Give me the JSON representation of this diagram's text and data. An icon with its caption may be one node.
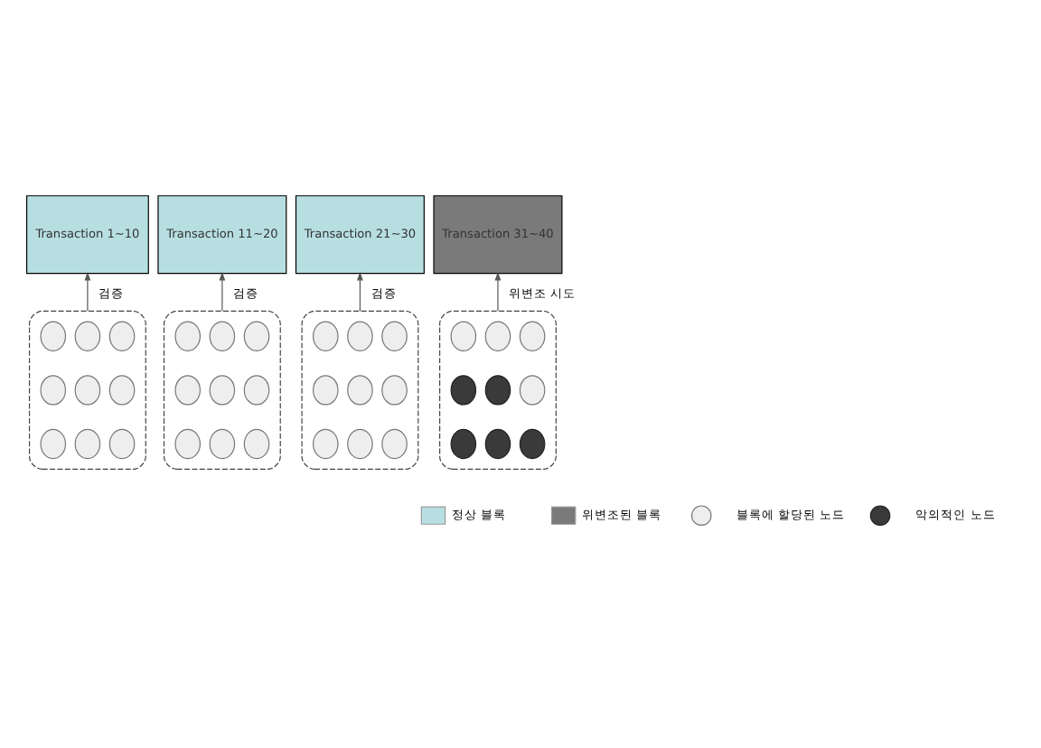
{
  "diagram": {
    "nodes": [
      {
        "text": [
          "Transaction 1~10"
        ]
      },
      {
        "text": [
          "Transaction 11~20"
        ]
      },
      {
        "text": [
          "Transaction 21~30"
        ]
      },
      {
        "text": [
          "Transaction 31~40"
        ]
      },
      {
        "text": [],
        "shape": "box"
      },
      {
        "text": [],
        "shape": "circle",
        "in": 4
      },
      {
        "text": [],
        "shape": "circle",
        "in": 4
      },
      {
        "text": [],
        "shape": "circle",
        "in": 4
      },
      {
        "text": [],
        "shape": "circle",
        "in": 4
      },
      {
        "text": [],
        "shape": "circle",
        "in": 4
      },
      {
        "text": [],
        "shape": "circle",
        "in": 4
      },
      {
        "text": [],
        "shape": "circle",
        "in": 4
      },
      {
        "text": [],
        "shape": "circle",
        "in": 4
      },
      {
        "text": [],
        "shape": "circle",
        "in": 4
      },
      {
        "text": [],
        "shape": "box"
      },
      {
        "text": [],
        "shape": "circle",
        "in": 14
      },
      {
        "text": [],
        "shape": "circle",
        "in": 14
      },
      {
        "text": [],
        "shape": "circle",
        "in": 14
      },
      {
        "text": [],
        "shape": "circle",
        "in": 14
      },
      {
        "text": [],
        "shape": "circle",
        "in": 14
      },
      {
        "text": [],
        "shape": "circle",
        "in": 14
      },
      {
        "text": [],
        "shape": "circle",
        "in": 14
      },
      {
        "text": [],
        "shape": "circle",
        "in": 14
      },
      {
        "text": [],
        "shape": "circle",
        "in": 14
      },
      {
        "text": [],
        "shape": "box"
      },
      {
        "text": [],
        "shape": "circle",
        "in": 24
      },
      {
        "text": [],
        "shape": "circle",
        "in": 24
      },
      {
        "text": [],
        "shape": "circle",
        "in": 24
      },
      {
        "text": [],
        "shape": "circle",
        "in": 24
      },
      {
        "text": [],
        "shape": "circle",
        "in": 24
      },
      {
        "text": [],
        "shape": "circle",
        "in": 24
      },
      {
        "text": [],
        "shape": "circle",
        "in": 24
      },
      {
        "text": [],
        "shape": "circle",
        "in": 24
      },
      {
        "text": [],
        "shape": "circle",
        "in": 24
      },
      {
        "text": [],
        "shape": "box"
      },
      {
        "text": [],
        "shape": "circle",
        "in": 34
      },
      {
        "text": [],
        "shape": "circle",
        "in": 34
      },
      {
        "text": [],
        "shape": "circle",
        "in": 34
      },
      {
        "text": [],
        "shape": "circle",
        "in": 34
      },
      {
        "text": [],
        "shape": "circle",
        "in": 34
      },
      {
        "text": [],
        "shape": "circle",
        "in": 34
      },
      {
        "text": [],
        "shape": "circle",
        "in": 34
      },
      {
        "text": [],
        "shape": "circle",
        "in": 34
      },
      {
        "text": [],
        "shape": "circle",
        "in": 34
      }
    ],
    "edges": [
      {
        "from": 4,
        "to": 0,
        "arrow": "to",
        "label": "검증"
      },
      {
        "from": 14,
        "to": 1,
        "arrow": "to",
        "label": "검증"
      },
      {
        "from": 24,
        "to": 2,
        "arrow": "to",
        "label": "검증"
      },
      {
        "from": 34,
        "to": 3,
        "arrow": "to",
        "label": "위변조 시도"
      }
    ],
    "legend": [
      {
        "text": "정상 블록",
        "color": "#b7dfe2"
      },
      {
        "text": "위변조된 블록",
        "color": "#7a7a7a"
      },
      {
        "text": "블록에 할당된 노드"
      },
      {
        "text": "악의적인 노드"
      }
    ]
  }
}
